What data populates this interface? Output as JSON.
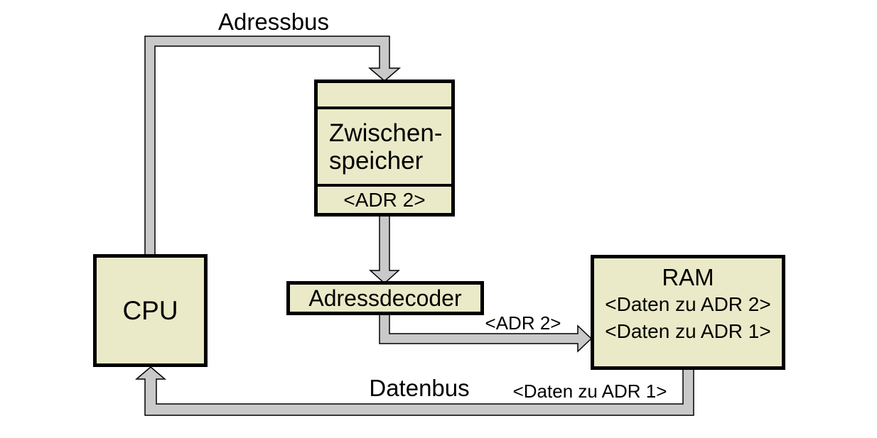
{
  "colors": {
    "background": "#ffffff",
    "box_fill": "#eaeac8",
    "box_border": "#000000",
    "bus_fill": "#c9c9c9",
    "bus_outline": "#000000",
    "text": "#000000"
  },
  "diagram": {
    "type": "block-diagram",
    "nodes": {
      "cpu": {
        "label": "CPU"
      },
      "zwischenspeicher": {
        "lines": [
          "Zwischen-",
          "speicher"
        ],
        "register_value": "<ADR 2>"
      },
      "adressdecoder": {
        "label": "Adressdecoder"
      },
      "ram": {
        "title": "RAM",
        "entries": [
          "<Daten zu ADR 2>",
          "<Daten zu ADR 1>"
        ]
      }
    },
    "buses": {
      "adressbus": {
        "label": "Adressbus",
        "from": "CPU",
        "to": "Zwischenspeicher"
      },
      "zwischenspeicher_to_decoder": {
        "from": "Zwischenspeicher",
        "to": "Adressdecoder"
      },
      "adr2_line": {
        "label": "<ADR 2>",
        "from": "Adressdecoder",
        "to": "RAM"
      },
      "datenbus": {
        "label": "Datenbus",
        "data_label": "<Daten zu ADR 1>",
        "from": "RAM",
        "to": "CPU"
      }
    }
  }
}
